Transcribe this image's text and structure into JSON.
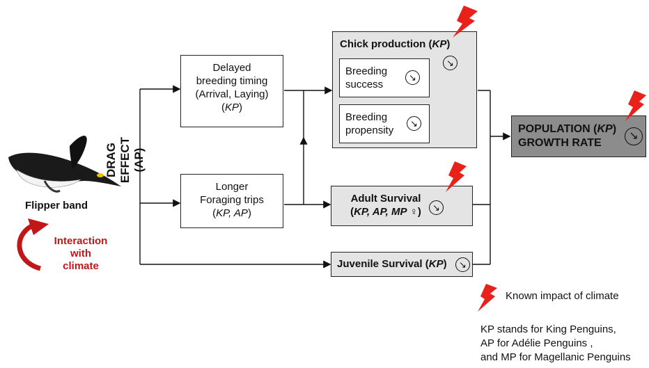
{
  "species_label": "Flipper band",
  "interaction": {
    "l1": "Interaction",
    "l2": "with",
    "l3": "climate"
  },
  "drag": {
    "l1": "DRAG",
    "l2": "EFFECT",
    "l3": "(AP)"
  },
  "delayed": {
    "l1": "Delayed",
    "l2": "breeding timing",
    "l3": "(Arrival, Laying)",
    "l4_pre": "(",
    "l4_it": "KP",
    "l4_post": ")"
  },
  "longer": {
    "l1": "Longer",
    "l2": "Foraging trips",
    "l3_pre": "(",
    "l3_it": "KP, AP",
    "l3_post": ")"
  },
  "chick": {
    "pre": "Chick production (",
    "it": "KP",
    "post": ")"
  },
  "success": {
    "l1": "Breeding",
    "l2": "success"
  },
  "propensity": {
    "l1": "Breeding",
    "l2": "propensity"
  },
  "adult": {
    "l1": "Adult Survival",
    "l2_pre": "(",
    "l2_it": "KP, AP, MP",
    "l2_sym": " ♀",
    "l2_post": ")"
  },
  "juvenile": {
    "pre": "Juvenile Survival (",
    "it": "KP",
    "post": ")"
  },
  "population": {
    "l1_pre": "POPULATION (",
    "l1_it": "KP",
    "l1_post": ")",
    "l2": "GROWTH RATE"
  },
  "legend": {
    "impact": "Known impact of climate",
    "abbr1": "KP stands for King Penguins,",
    "abbr2": "AP for Adélie Penguins ,",
    "abbr3": "and MP for Magellanic Penguins"
  },
  "colors": {
    "lightning": "#e8211b",
    "interaction": "#c01818",
    "box_grey": "#e4e4e4",
    "box_dark": "#8c8c8c"
  }
}
